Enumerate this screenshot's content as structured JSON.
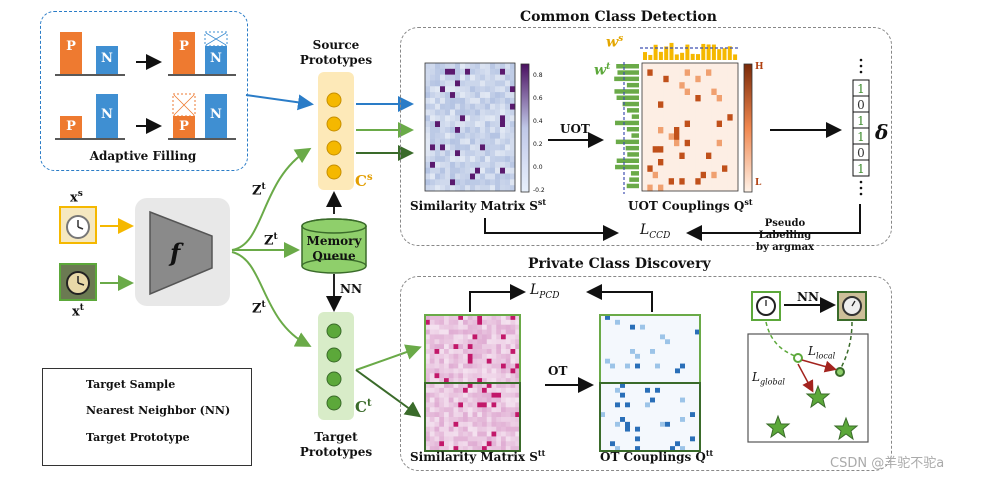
{
  "adaptive_filling": {
    "label": "Adaptive Filling",
    "bar_p": "P",
    "bar_n": "N"
  },
  "source_prototypes": {
    "line1": "Source",
    "line2": "Prototypes",
    "symbol": "C",
    "sup": "s"
  },
  "target_prototypes": {
    "line1": "Target",
    "line2": "Prototypes",
    "symbol": "C",
    "sup": "t"
  },
  "memory_queue": {
    "line1": "Memory",
    "line2": "Queue"
  },
  "encoder": {
    "symbol": "f"
  },
  "inputs": {
    "source": "x",
    "source_sup": "s",
    "target": "x",
    "target_sup": "t"
  },
  "features": {
    "z": "Z",
    "sup": "t"
  },
  "nn_label": "NN",
  "ccd": {
    "title": "Common Class Detection",
    "sim_matrix": "Similarity Matrix",
    "sim_symbol": "S",
    "sim_sup": "st",
    "uot": "UOT",
    "uot_couplings": "UOT Couplings",
    "q_symbol": "Q",
    "q_sup": "st",
    "ws": "w",
    "ws_sup": "s",
    "wt": "w",
    "wt_sup": "t",
    "colorbar_ticks": [
      "0.8",
      "0.6",
      "0.4",
      "0.2",
      "0.0",
      "-0.2"
    ],
    "colorbar_high": "H",
    "colorbar_low": "L",
    "pseudo_line1": "Pseudo Labelling",
    "pseudo_line2": "by argmax",
    "delta": "δ",
    "delta_values": [
      "1",
      "0",
      "1",
      "1",
      "0",
      "1"
    ],
    "loss": "L",
    "loss_sub": "CCD"
  },
  "pcd": {
    "title": "Private Class Discovery",
    "sim_matrix": "Similarity Matrix",
    "sim_symbol": "S",
    "sim_sup": "tt",
    "ot": "OT",
    "ot_couplings": "OT Couplings",
    "q_symbol": "Q",
    "q_sup": "tt",
    "loss": "L",
    "loss_sub": "PCD",
    "local_loss": "L",
    "local_sub": "local",
    "global_loss": "L",
    "global_sub": "global",
    "nn_label": "NN"
  },
  "legend": {
    "items": [
      "Target Sample",
      "Nearest Neighbor (NN)",
      "Target Prototype"
    ]
  },
  "watermark": "CSDN @羊驼不驼a",
  "colors": {
    "orange": "#ee7a30",
    "blue": "#3f8fd2",
    "yellow": "#f5b800",
    "green": "#5ca83a",
    "darkgreen": "#3a6b2a",
    "purple": "#5a1a6e"
  }
}
